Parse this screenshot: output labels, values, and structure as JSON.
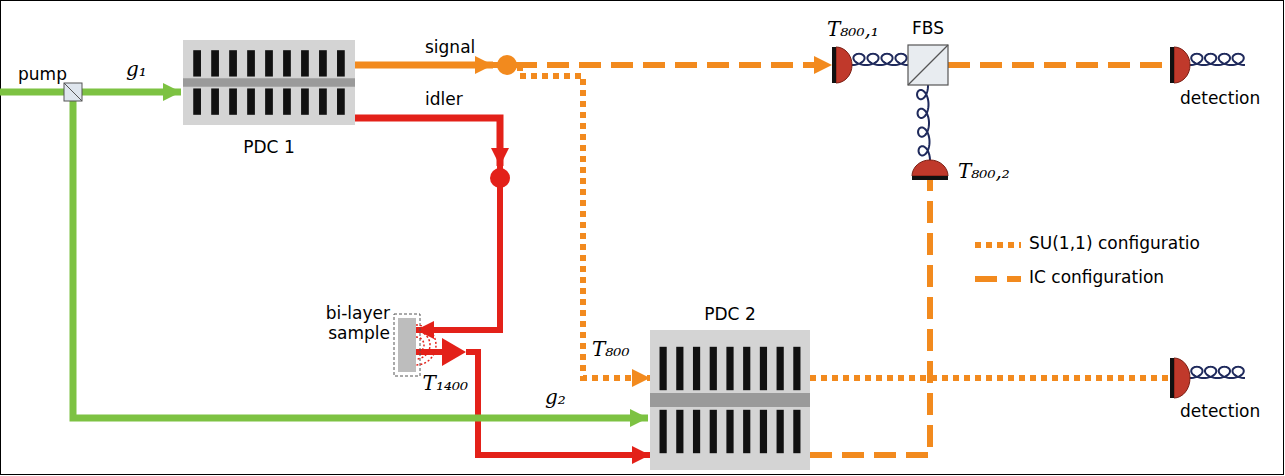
{
  "diagram": {
    "nodes": [
      {
        "text": [
          "PDC 1"
        ]
      },
      {
        "text": [
          "T₈₀₀,₁"
        ]
      },
      {
        "text": [
          "FBS"
        ]
      },
      {
        "text": [
          "detection"
        ]
      },
      {
        "text": [
          "T₈₀₀,₂"
        ]
      },
      {
        "text": [
          "bi-layer sample"
        ]
      },
      {
        "text": [
          "T₁₄₀₀"
        ]
      },
      {
        "text": [
          "PDC 2"
        ]
      },
      {
        "text": [
          "detection"
        ]
      }
    ],
    "edges": [
      {
        "from": 0,
        "to": 1,
        "arrow": "to",
        "label": "signal"
      },
      {
        "from": 0,
        "to": 5,
        "arrow": "to",
        "label": "idler"
      },
      {
        "from": 5,
        "to": 6,
        "arrow": "none"
      },
      {
        "from": 6,
        "to": 7,
        "arrow": "to"
      },
      {
        "from": 0,
        "to": 7,
        "arrow": "to"
      },
      {
        "from": 1,
        "to": 2,
        "arrow": "none"
      },
      {
        "from": 4,
        "to": 2,
        "arrow": "none"
      },
      {
        "from": 2,
        "to": 3,
        "arrow": "none"
      },
      {
        "from": 7,
        "to": 4,
        "arrow": "none"
      },
      {
        "from": 7,
        "to": 8,
        "arrow": "none"
      }
    ],
    "labels": [
      "pump",
      "g₁",
      "g₂",
      "T₈₀₀"
    ],
    "legend": [
      {
        "text": "SU(1,1) configuratio"
      },
      {
        "text": "IC configuration"
      }
    ]
  }
}
